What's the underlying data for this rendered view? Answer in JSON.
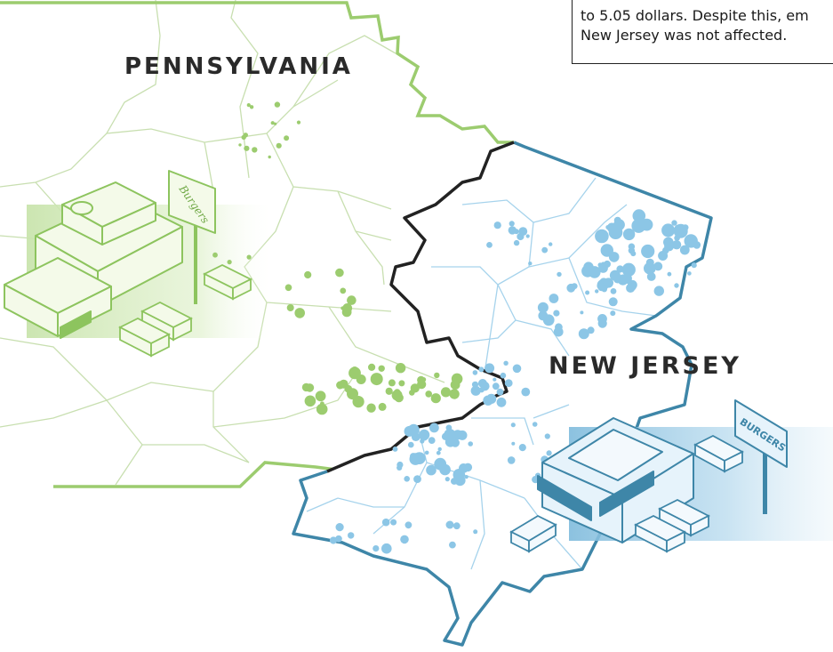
{
  "labels": {
    "pennsylvania": "PENNSYLVANIA",
    "new_jersey": "NEW JERSEY"
  },
  "caption": {
    "lines": [
      "to 5.05 dollars. Despite this, em",
      "New Jersey was not affected."
    ]
  },
  "signs": {
    "pennsylvania": "Burgers",
    "new_jersey": "BURGERS"
  },
  "colors": {
    "pennsylvania": "#9ccc6f",
    "pennsylvania_fill": "#cfe6b5",
    "pennsylvania_county": "#c8dfb0",
    "new_jersey": "#3e86a8",
    "new_jersey_dot": "#8cc6e6",
    "new_jersey_county": "#a6d3ec",
    "border": "#222222"
  },
  "icons": {
    "pa_restaurant": "burger-restaurant-icon",
    "nj_restaurant": "burger-restaurant-icon",
    "car": "car-icon"
  }
}
